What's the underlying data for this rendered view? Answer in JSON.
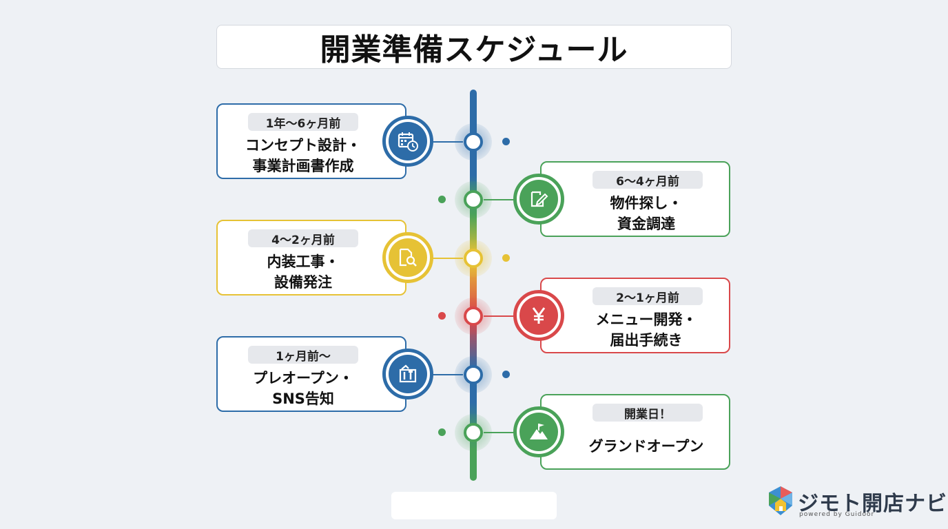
{
  "title": "開業準備スケジュール",
  "colors": {
    "blue": "#2d6ca8",
    "green": "#4aa259",
    "yellow": "#e6c235",
    "red": "#d9484a"
  },
  "steps": [
    {
      "period": "1年〜6ヶ月前",
      "line1": "コンセプト設計・",
      "line2": "事業計画書作成",
      "icon": "calendar-clock-icon",
      "color": "blue",
      "side": "left"
    },
    {
      "period": "6〜4ヶ月前",
      "line1": "物件探し・",
      "line2": "資金調達",
      "icon": "document-edit-icon",
      "color": "green",
      "side": "right"
    },
    {
      "period": "4〜2ヶ月前",
      "line1": "内装工事・",
      "line2": "設備発注",
      "icon": "document-search-icon",
      "color": "yellow",
      "side": "left"
    },
    {
      "period": "2〜1ヶ月前",
      "line1": "メニュー開発・",
      "line2": "届出手続き",
      "icon": "yen-icon",
      "color": "red",
      "side": "right"
    },
    {
      "period": "1ヶ月前〜",
      "line1": "プレオープン・",
      "line2": "SNS告知",
      "icon": "tools-icon",
      "color": "blue",
      "side": "left"
    },
    {
      "period": "開業日！",
      "line1": "グランドオープン",
      "line2": "",
      "icon": "mountain-flag-icon",
      "color": "green",
      "side": "right"
    }
  ],
  "logo": {
    "name": "ジモト開店ナビ",
    "tagline": "powered by Guidoor"
  }
}
